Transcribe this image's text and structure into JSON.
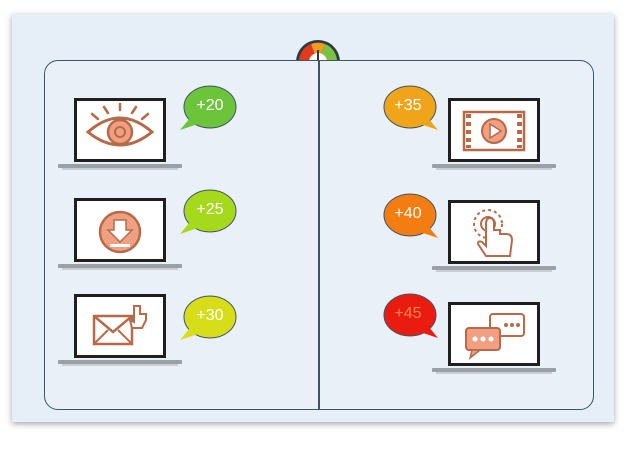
{
  "scores": [
    {
      "id": "view",
      "label": "+20",
      "color": "#6cc43a",
      "icon": "eye-icon"
    },
    {
      "id": "download",
      "label": "+25",
      "color": "#a6d91c",
      "icon": "download-icon"
    },
    {
      "id": "email",
      "label": "+30",
      "color": "#d8dd1a",
      "icon": "email-click-icon"
    },
    {
      "id": "video",
      "label": "+35",
      "color": "#f0a41a",
      "icon": "video-play-icon"
    },
    {
      "id": "click",
      "label": "+40",
      "color": "#f47d12",
      "icon": "hand-click-icon"
    },
    {
      "id": "chat",
      "label": "+45",
      "color": "#ea1c10",
      "icon": "chat-bubbles-icon"
    }
  ],
  "icon_color": "#b56a4a",
  "icon_fill": "#f0a080"
}
